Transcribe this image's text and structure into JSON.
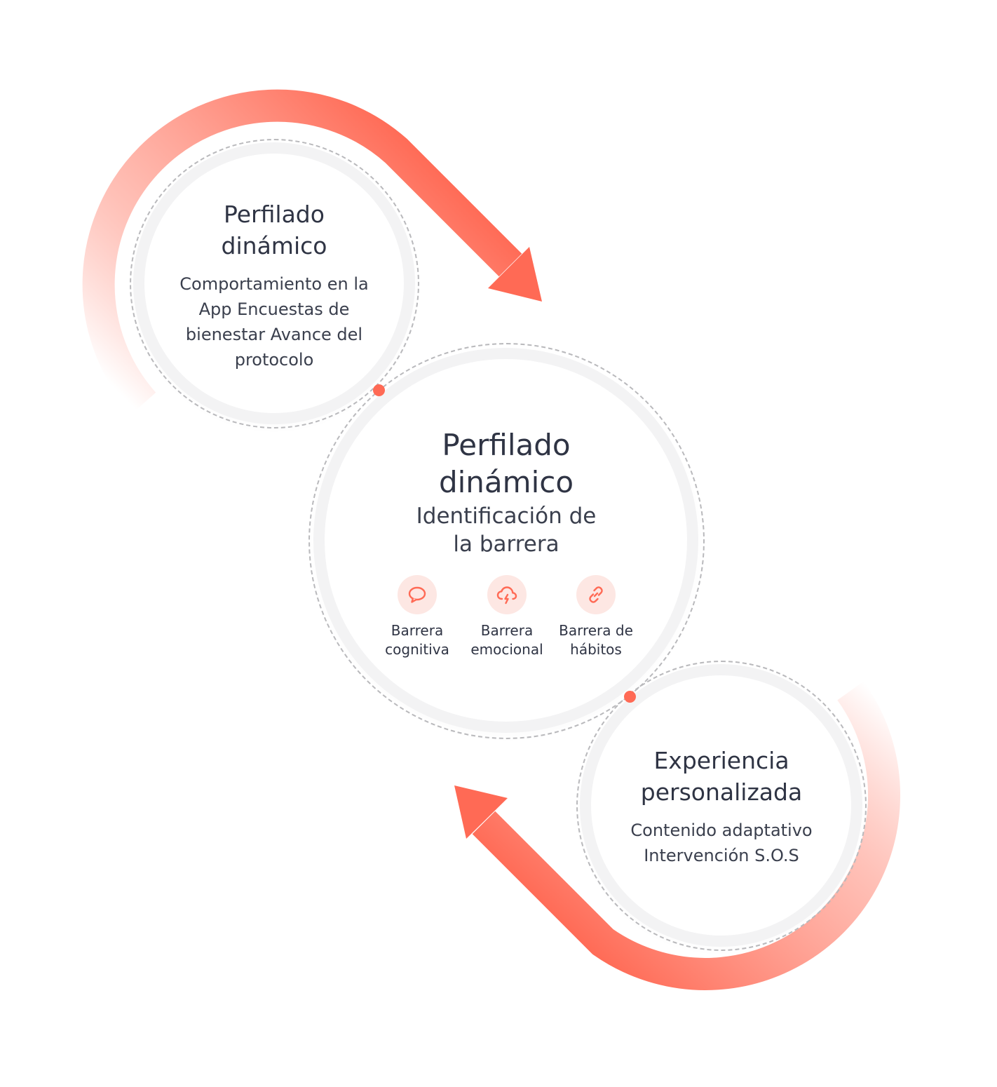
{
  "nodes": [
    {
      "title_line1": "Perfilado",
      "title_line2": "dinámico",
      "description": "Comportamiento en la App Encuestas de bienestar Avance del protocolo"
    },
    {
      "title_line1": "Perfilado",
      "title_line2": "dinámico",
      "subtitle_line1": "Identificación de",
      "subtitle_line2": "la barrera",
      "barriers": [
        {
          "line1": "Barrera",
          "line2": "cognitiva",
          "icon": "speech-bubble-icon"
        },
        {
          "line1": "Barrera",
          "line2": "emocional",
          "icon": "storm-cloud-icon"
        },
        {
          "line1": "Barrera de",
          "line2": "hábitos",
          "icon": "link-icon"
        }
      ]
    },
    {
      "title_line1": "Experiencia",
      "title_line2": "personalizada",
      "description_line1": "Contenido adaptativo",
      "description_line2": "Intervención S.O.S"
    }
  ],
  "colors": {
    "accent": "#ff6a55",
    "accent_light": "#fde7e3",
    "text": "#2f3444",
    "ring": "#b9b9bc"
  }
}
